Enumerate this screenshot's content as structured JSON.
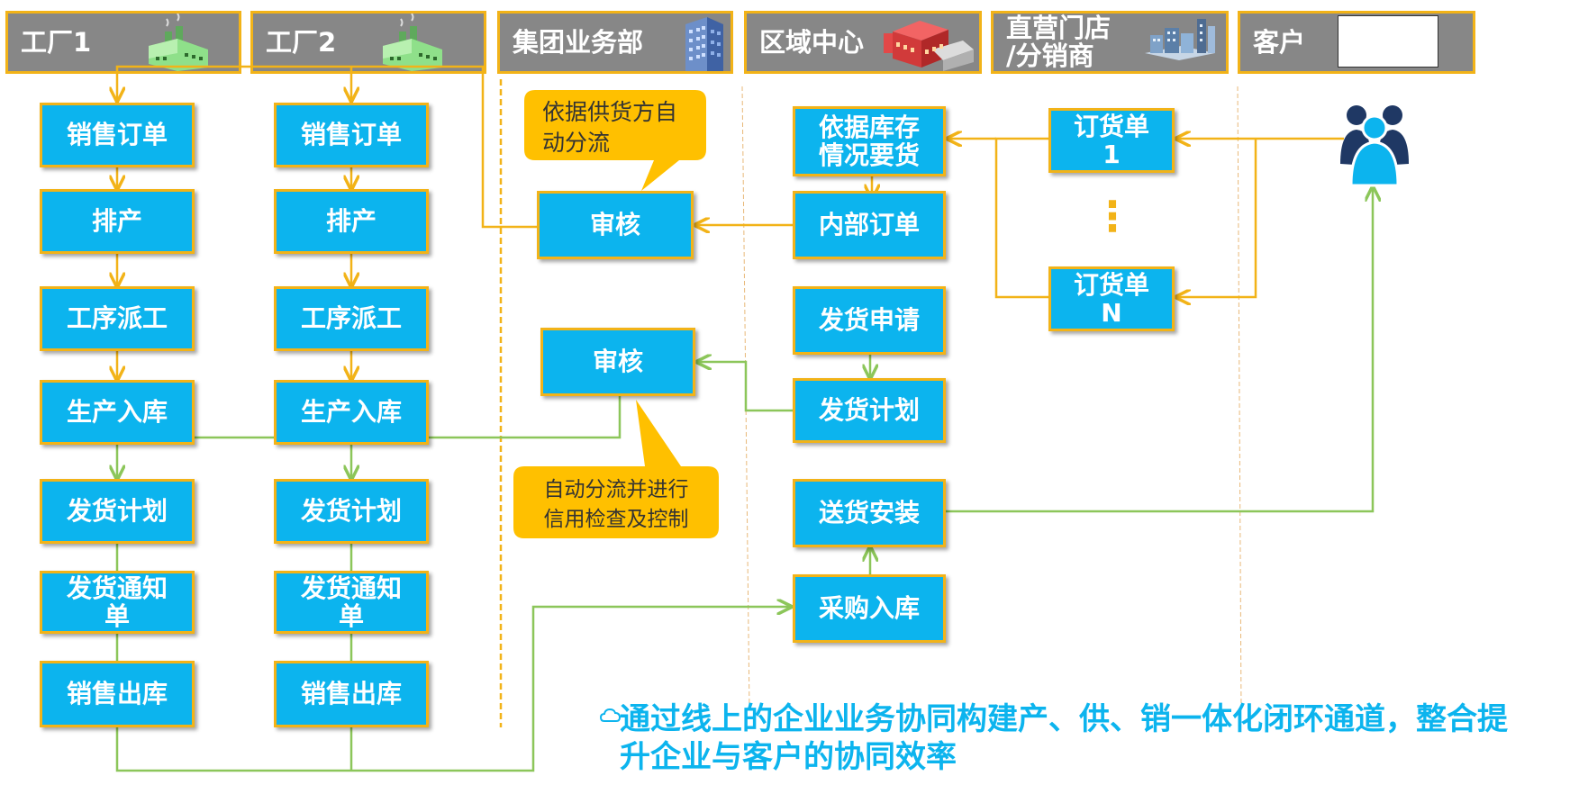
{
  "columns": {
    "factory1": "工厂1",
    "factory2": "工厂2",
    "group": "集团业务部",
    "region": "区域中心",
    "stores": "直营门店\n/分销商",
    "customer": "客户"
  },
  "factory1": {
    "sales_order": "销售订单",
    "scheduling": "排产",
    "dispatch": "工序派工",
    "production_in": "生产入库",
    "ship_plan": "发货计划",
    "ship_notice": "发货通知\n单",
    "sales_out": "销售出库"
  },
  "factory2": {
    "sales_order": "销售订单",
    "scheduling": "排产",
    "dispatch": "工序派工",
    "production_in": "生产入库",
    "ship_plan": "发货计划",
    "ship_notice": "发货通知\n单",
    "sales_out": "销售出库"
  },
  "group": {
    "review_1": "审核",
    "review_2": "审核",
    "callout_1": "依据供货方自\n动分流",
    "callout_2": "自动分流并进行\n信用检查及控制"
  },
  "region": {
    "request_by_stock": "依据库存\n情况要货",
    "internal_order": "内部订单",
    "ship_request": "发货申请",
    "ship_plan": "发货计划",
    "delivery_install": "送货安装",
    "purchase_in": "采购入库"
  },
  "stores": {
    "order_1": "订货单\n1",
    "ellipsis": "⋮",
    "order_n": "订货单\nN"
  },
  "summary": "通过线上的企业业务协同构建产、供、销一体化闭环通道，整合提\n升企业与客户的协同效率",
  "colors": {
    "header_bg": "#878787",
    "box_fill": "#0CB4EE",
    "border": "#F2B318",
    "order_flow_line": "#F2B318",
    "goods_flow_line": "#8CC65A",
    "callout_fill": "#FFC000",
    "accent_text": "#0CB4EE"
  }
}
